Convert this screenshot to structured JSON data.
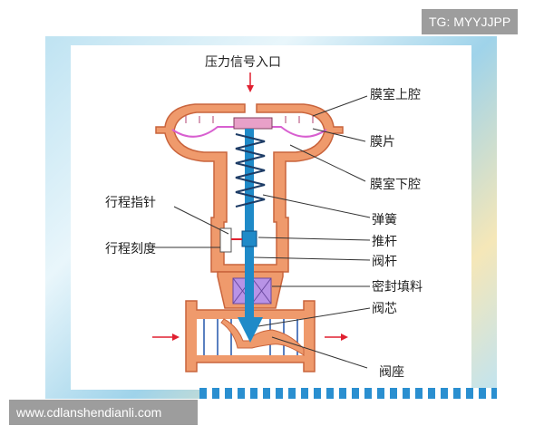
{
  "watermark_top": "TG: MYYJJPP",
  "watermark_bottom": "www.cdlanshendianli.com",
  "diagram": {
    "labels": {
      "signal_inlet": "压力信号入口",
      "upper_chamber": "膜室上腔",
      "diaphragm": "膜片",
      "lower_chamber": "膜室下腔",
      "spring": "弹簧",
      "push_rod": "推杆",
      "valve_stem": "阀杆",
      "packing": "密封填料",
      "valve_plug": "阀芯",
      "valve_seat": "阀座",
      "stroke_pointer": "行程指针",
      "stroke_scale": "行程刻度"
    },
    "colors": {
      "body": "#ef9a6c",
      "outline": "#c9643c",
      "stem": "#1f8ac8",
      "diaphragm": "#d85fd0",
      "packing": "#9a70d8",
      "arrow": "#e02030"
    }
  }
}
